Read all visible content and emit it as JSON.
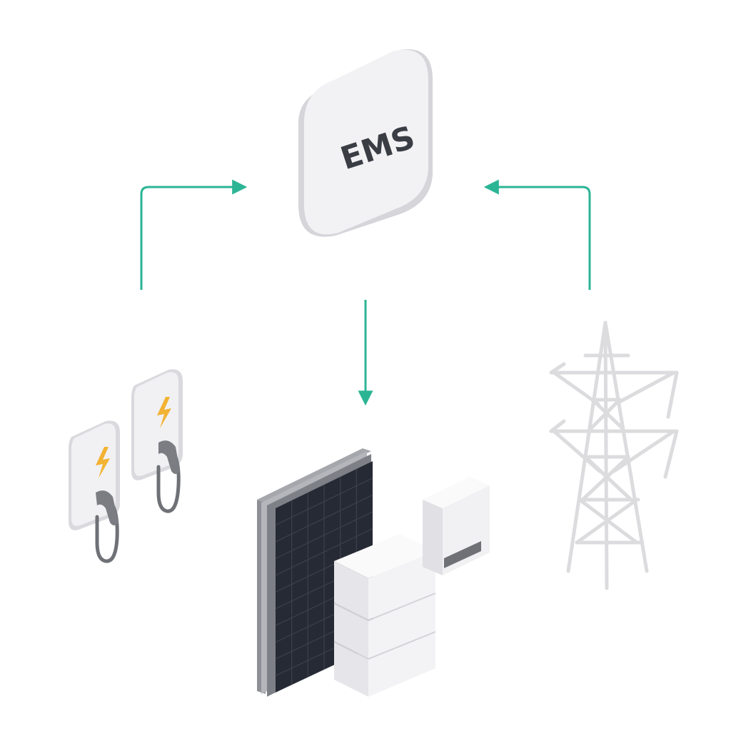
{
  "ems": {
    "label": "EMS"
  },
  "colors": {
    "background": "#ffffff",
    "connector": "#2bb594",
    "device_face": "#f1f1f3",
    "device_side": "#d9d9de",
    "device_shadow": "#c6c6cc",
    "label_text": "#3a3d44",
    "bolt": "#f2b233",
    "cable": "#6f7177",
    "solar_cell": "#262a34",
    "solar_frame": "#8e9096",
    "tower": "#dcdcdf"
  },
  "nodes": [
    {
      "id": "ems",
      "icon": "ems-hub-icon"
    },
    {
      "id": "chargers",
      "icon": "ev-charger-icon",
      "count": 2
    },
    {
      "id": "solar-storage",
      "icon": "solar-panel-battery-icon"
    },
    {
      "id": "grid",
      "icon": "power-tower-icon"
    }
  ],
  "connections": [
    {
      "from": "chargers",
      "to": "ems"
    },
    {
      "from": "ems",
      "to": "solar-storage"
    },
    {
      "from": "grid",
      "to": "ems"
    }
  ]
}
